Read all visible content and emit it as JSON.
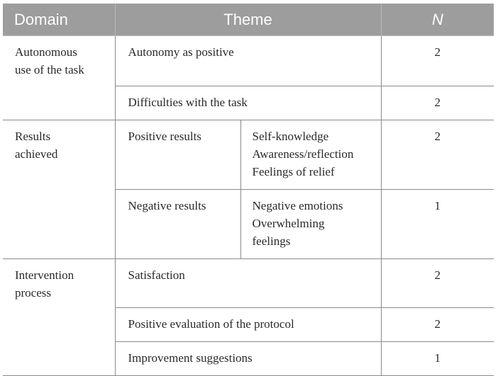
{
  "header": {
    "domain": "Domain",
    "theme": "Theme",
    "n": "N"
  },
  "rows": {
    "autonomous": {
      "domain_line1": "Autonomous",
      "domain_line2": "use of the task",
      "theme1": "Autonomy as positive",
      "n1": "2",
      "theme2": "Difficulties with the task",
      "n2": "2"
    },
    "results": {
      "domain_line1": "Results",
      "domain_line2": "achieved",
      "positive_theme": "Positive results",
      "positive_sub1": "Self-knowledge",
      "positive_sub2": "Awareness/reflection",
      "positive_sub3": "Feelings of relief",
      "positive_n": "2",
      "negative_theme": "Negative results",
      "negative_sub1": "Negative emotions",
      "negative_sub2": "Overwhelming",
      "negative_sub3": "feelings",
      "negative_n": "1"
    },
    "intervention": {
      "domain_line1": "Intervention",
      "domain_line2": "process",
      "theme1": "Satisfaction",
      "n1": "2",
      "theme2": "Positive evaluation of the protocol",
      "n2": "2",
      "theme3": "Improvement suggestions",
      "n3": "1"
    }
  }
}
